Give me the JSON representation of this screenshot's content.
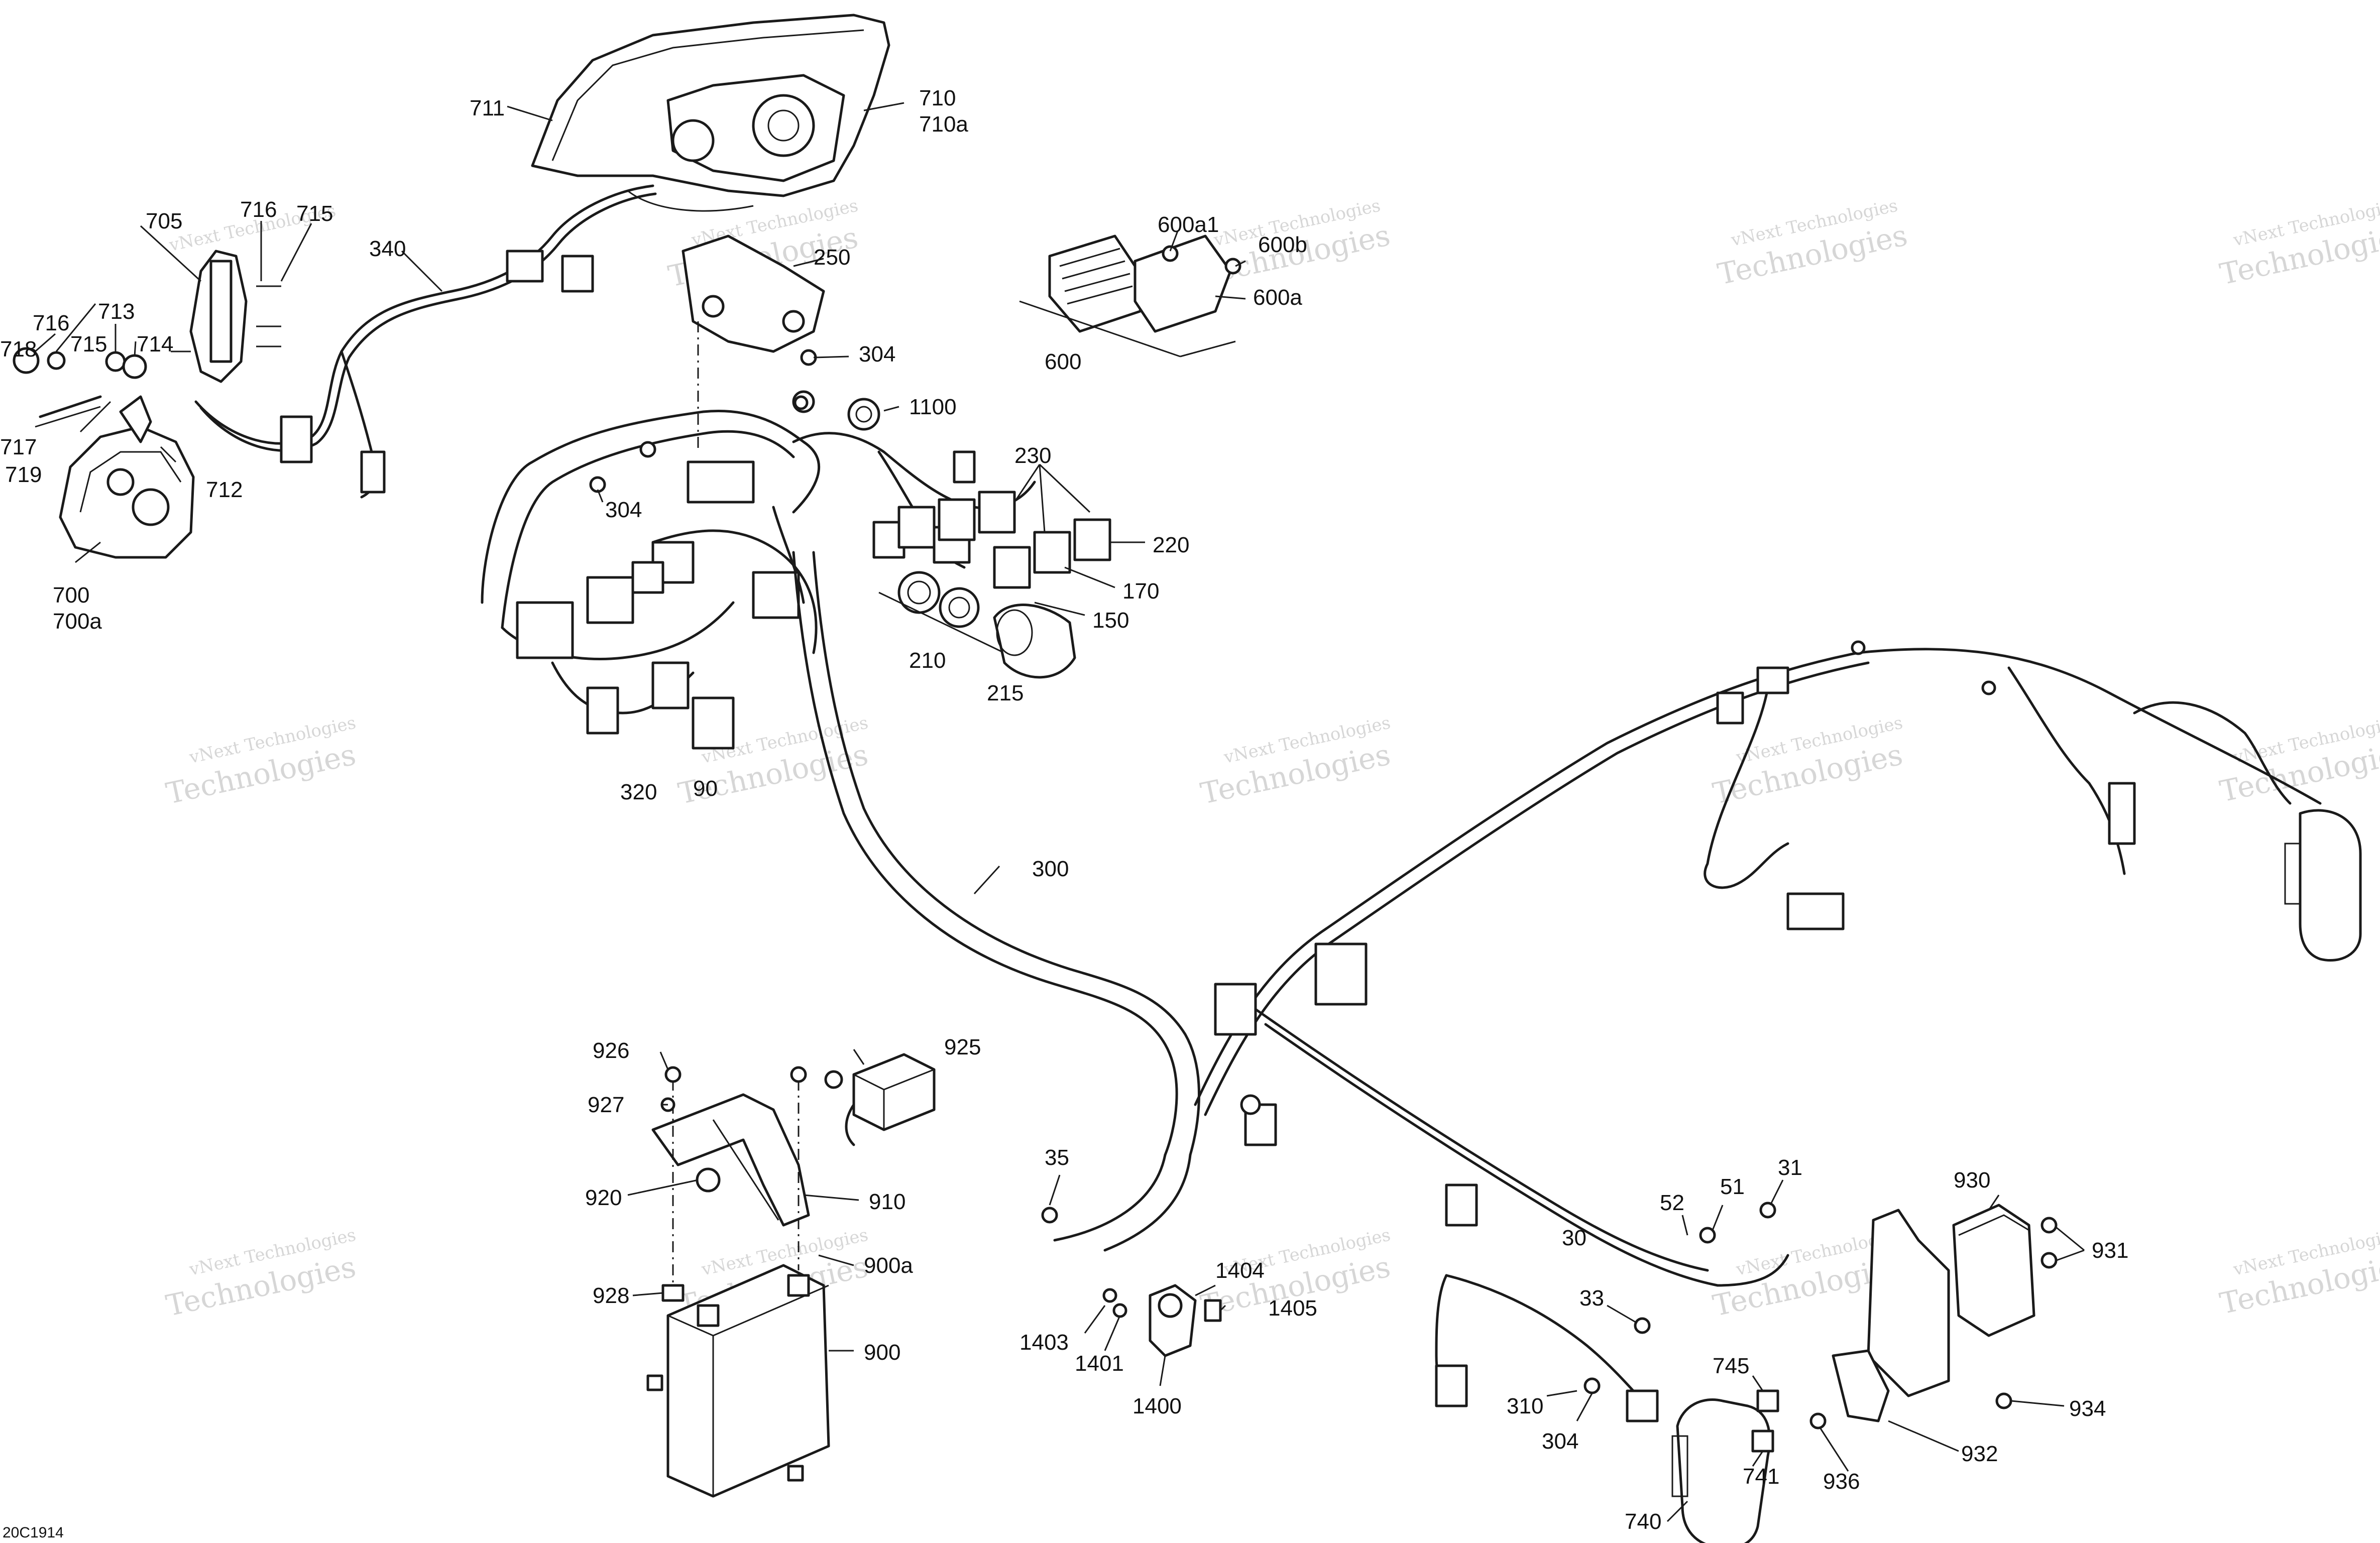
{
  "diagram_code": "20C1914",
  "watermark": {
    "line1": "vNext",
    "line2": "Technologies",
    "line_small": "vNext Technologies"
  },
  "callouts": {
    "c711": "711",
    "c710": "710",
    "c710a": "710a",
    "c705": "705",
    "c716a": "716",
    "c715a": "715",
    "c340": "340",
    "c718": "718",
    "c716b": "716",
    "c715b": "715",
    "c713": "713",
    "c714": "714",
    "c717": "717",
    "c719": "719",
    "c712": "712",
    "c700": "700",
    "c700a": "700a",
    "c250": "250",
    "c600a1": "600a1",
    "c600b": "600b",
    "c600a": "600a",
    "c600": "600",
    "c304a": "304",
    "c1100": "1100",
    "c304b": "304",
    "c230": "230",
    "c220": "220",
    "c170": "170",
    "c150": "150",
    "c210": "210",
    "c215": "215",
    "c320": "320",
    "c90": "90",
    "c300": "300",
    "c926": "926",
    "c925": "925",
    "c927": "927",
    "c920": "920",
    "c910": "910",
    "c928": "928",
    "c900a": "900a",
    "c900": "900",
    "c35": "35",
    "c1404": "1404",
    "c1405": "1405",
    "c1403": "1403",
    "c1401": "1401",
    "c1400": "1400",
    "c51": "51",
    "c31": "31",
    "c52": "52",
    "c30": "30",
    "c33": "33",
    "c930": "930",
    "c931": "931",
    "c310": "310",
    "c304c": "304",
    "c745": "745",
    "c741": "741",
    "c740": "740",
    "c936": "936",
    "c932": "932",
    "c934": "934"
  }
}
